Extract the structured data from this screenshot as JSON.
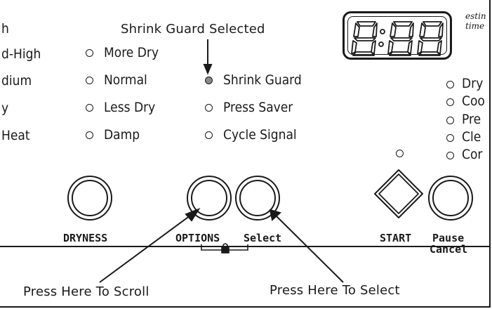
{
  "annotations": {
    "top_label": "Shrink Guard Selected",
    "scroll_label": "Press Here To Scroll",
    "select_label": "Press Here To Select"
  },
  "left_column": [
    "h",
    "d-High",
    "dium",
    "y",
    "Heat"
  ],
  "dryness_column": [
    {
      "label": "More Dry",
      "selected": false
    },
    {
      "label": "Normal",
      "selected": false
    },
    {
      "label": "Less Dry",
      "selected": false
    },
    {
      "label": "Damp",
      "selected": false
    }
  ],
  "options_column": [
    {
      "label": "Shrink Guard",
      "selected": true
    },
    {
      "label": "Press Saver",
      "selected": false
    },
    {
      "label": "Cycle Signal",
      "selected": false
    }
  ],
  "right_column": [
    "Dry",
    "Coo",
    "Pre",
    "Cle",
    "Cor"
  ],
  "display": {
    "estimate_line1": "estin",
    "estimate_line2": "time"
  },
  "buttons": {
    "dryness": "DRYNESS",
    "options": "OPTIONS",
    "select": "Select",
    "start": "START",
    "pause": "Pause",
    "cancel": "Cancel"
  },
  "colors": {
    "line": "#1a1a1a",
    "selected_indicator": "#8a8a8a",
    "background": "#ffffff"
  }
}
